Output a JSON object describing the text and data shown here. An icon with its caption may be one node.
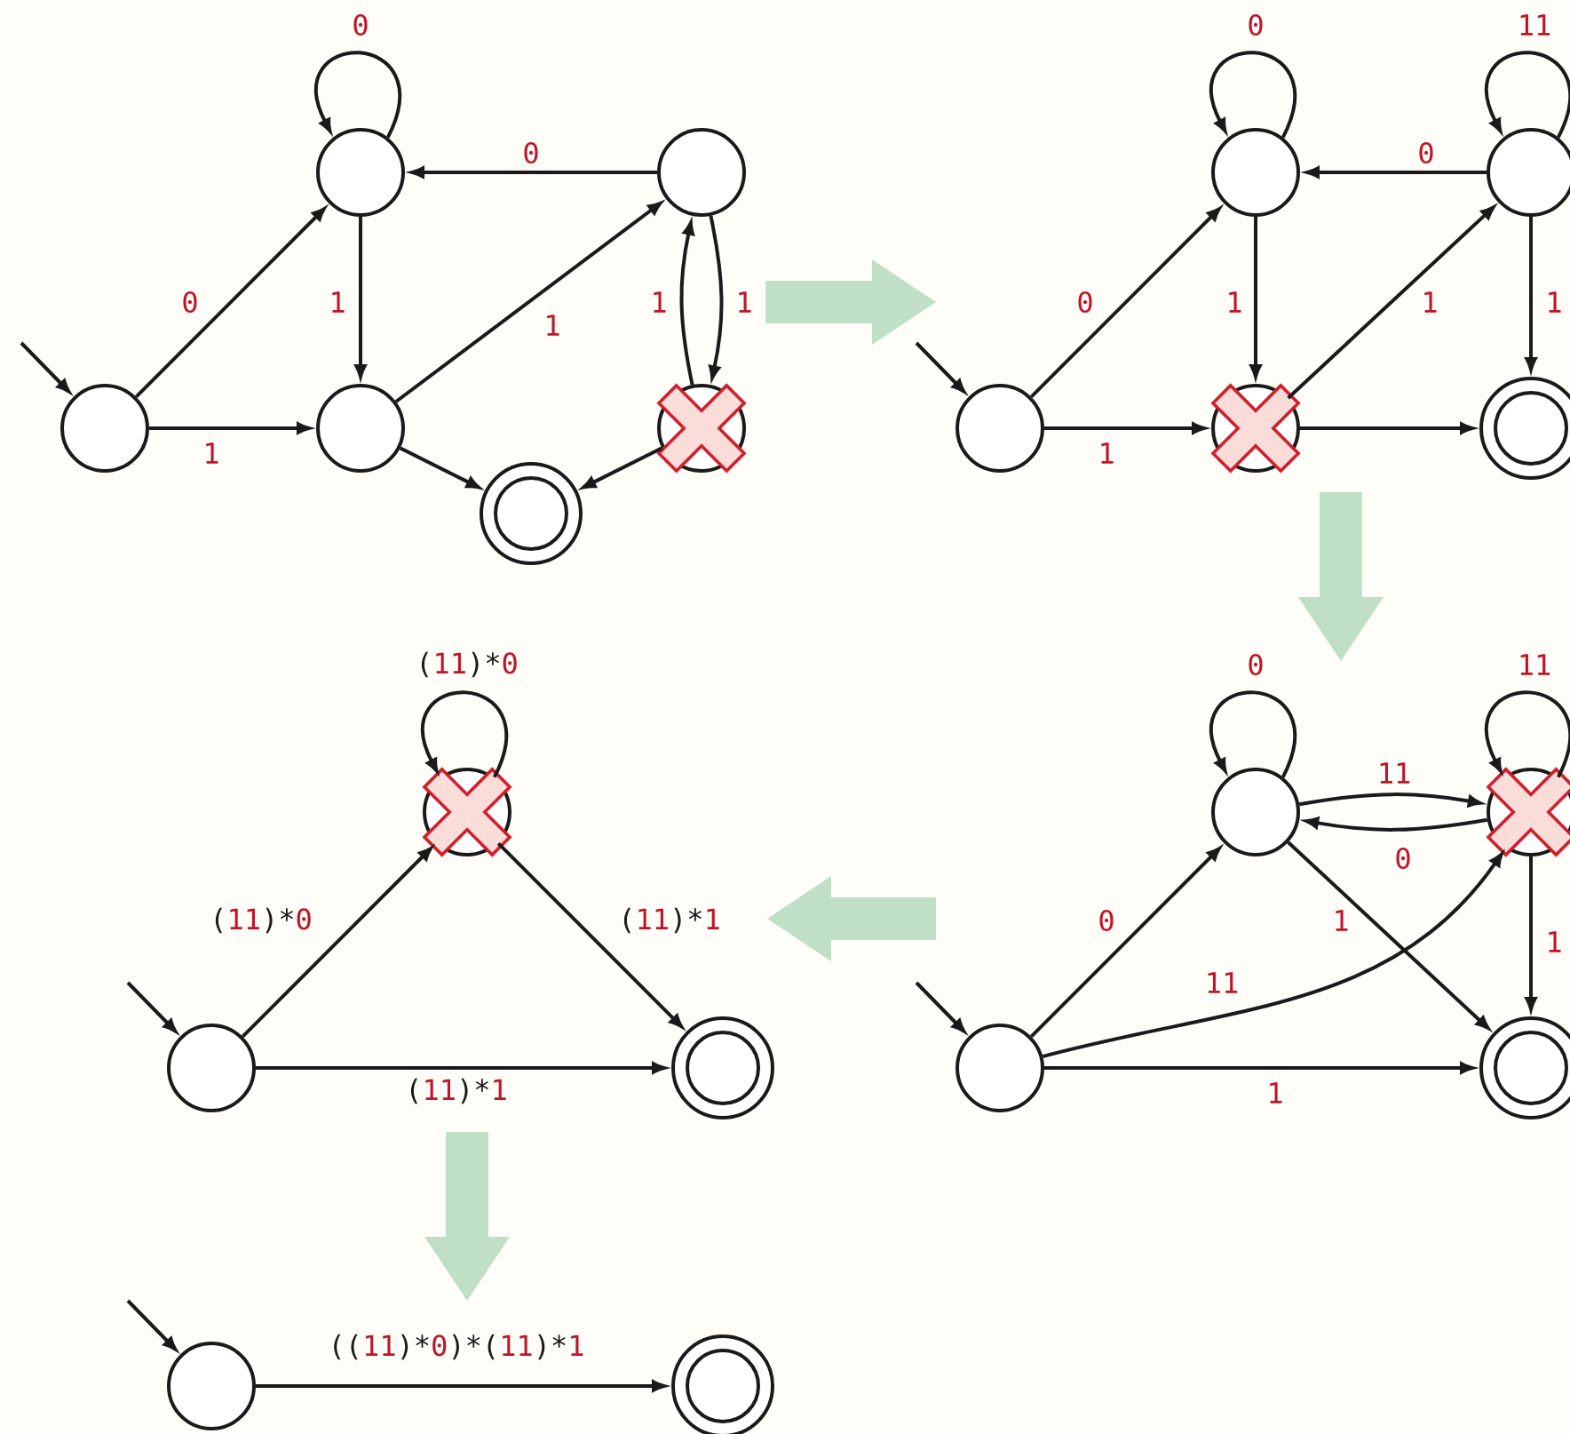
{
  "diagram": {
    "nodes": [
      {
        "text": [],
        "shape": "circle"
      },
      {
        "text": [],
        "shape": "circle"
      },
      {
        "text": [],
        "shape": "circle"
      },
      {
        "text": [],
        "shape": "circle"
      },
      {
        "text": [],
        "shape": "crossed"
      },
      {
        "text": [],
        "shape": "doublecircle"
      },
      {
        "text": [],
        "shape": "circle"
      },
      {
        "text": [],
        "shape": "circle"
      },
      {
        "text": [],
        "shape": "crossed"
      },
      {
        "text": [],
        "shape": "circle"
      },
      {
        "text": [],
        "shape": "doublecircle"
      },
      {
        "text": [],
        "shape": "circle"
      },
      {
        "text": [],
        "shape": "circle"
      },
      {
        "text": [],
        "shape": "crossed"
      },
      {
        "text": [],
        "shape": "doublecircle"
      },
      {
        "text": [],
        "shape": "circle"
      },
      {
        "text": [],
        "shape": "crossed"
      },
      {
        "text": [],
        "shape": "doublecircle"
      },
      {
        "text": [],
        "shape": "circle"
      },
      {
        "text": [],
        "shape": "doublecircle"
      }
    ],
    "edges": [
      {
        "from": null,
        "to": 0,
        "arrow": "to"
      },
      {
        "from": 1,
        "to": 1,
        "arrow": "to",
        "label": "0"
      },
      {
        "from": 0,
        "to": 1,
        "arrow": "to",
        "label": "0"
      },
      {
        "from": 0,
        "to": 2,
        "arrow": "to",
        "label": "1"
      },
      {
        "from": 1,
        "to": 2,
        "arrow": "to",
        "label": "1"
      },
      {
        "from": 3,
        "to": 1,
        "arrow": "to",
        "label": "0"
      },
      {
        "from": 2,
        "to": 3,
        "arrow": "to",
        "label": "1"
      },
      {
        "from": 4,
        "to": 3,
        "arrow": "to",
        "label": "1"
      },
      {
        "from": 3,
        "to": 4,
        "arrow": "to",
        "label": "1"
      },
      {
        "from": 2,
        "to": 5,
        "arrow": "to"
      },
      {
        "from": 4,
        "to": 5,
        "arrow": "to"
      },
      {
        "from": null,
        "to": 6,
        "arrow": "to"
      },
      {
        "from": 7,
        "to": 7,
        "arrow": "to",
        "label": "0"
      },
      {
        "from": 9,
        "to": 9,
        "arrow": "to",
        "label": "11"
      },
      {
        "from": 6,
        "to": 7,
        "arrow": "to",
        "label": "0"
      },
      {
        "from": 6,
        "to": 8,
        "arrow": "to",
        "label": "1"
      },
      {
        "from": 7,
        "to": 8,
        "arrow": "to",
        "label": "1"
      },
      {
        "from": 9,
        "to": 7,
        "arrow": "to",
        "label": "0"
      },
      {
        "from": 8,
        "to": 9,
        "arrow": "to",
        "label": "1"
      },
      {
        "from": 9,
        "to": 10,
        "arrow": "to",
        "label": "1"
      },
      {
        "from": 8,
        "to": 10,
        "arrow": "to"
      },
      {
        "from": null,
        "to": 11,
        "arrow": "to"
      },
      {
        "from": 12,
        "to": 12,
        "arrow": "to",
        "label": "0"
      },
      {
        "from": 13,
        "to": 13,
        "arrow": "to",
        "label": "11"
      },
      {
        "from": 11,
        "to": 12,
        "arrow": "to",
        "label": "0"
      },
      {
        "from": 12,
        "to": 13,
        "arrow": "to",
        "label": "11"
      },
      {
        "from": 13,
        "to": 12,
        "arrow": "to",
        "label": "0"
      },
      {
        "from": 12,
        "to": 14,
        "arrow": "to",
        "label": "1"
      },
      {
        "from": 11,
        "to": 13,
        "arrow": "to",
        "label": "11"
      },
      {
        "from": 13,
        "to": 14,
        "arrow": "to",
        "label": "1"
      },
      {
        "from": 11,
        "to": 14,
        "arrow": "to",
        "label": "1"
      },
      {
        "from": null,
        "to": 15,
        "arrow": "to"
      },
      {
        "from": 16,
        "to": 16,
        "arrow": "to",
        "label": "(11)*0"
      },
      {
        "from": 15,
        "to": 16,
        "arrow": "to",
        "label": "(11)*0"
      },
      {
        "from": 16,
        "to": 17,
        "arrow": "to",
        "label": "(11)*1"
      },
      {
        "from": 15,
        "to": 17,
        "arrow": "to",
        "label": "(11)*1"
      },
      {
        "from": null,
        "to": 18,
        "arrow": "to"
      },
      {
        "from": 18,
        "to": 19,
        "arrow": "to",
        "label": "((11)*0)*(11)*1"
      }
    ]
  }
}
